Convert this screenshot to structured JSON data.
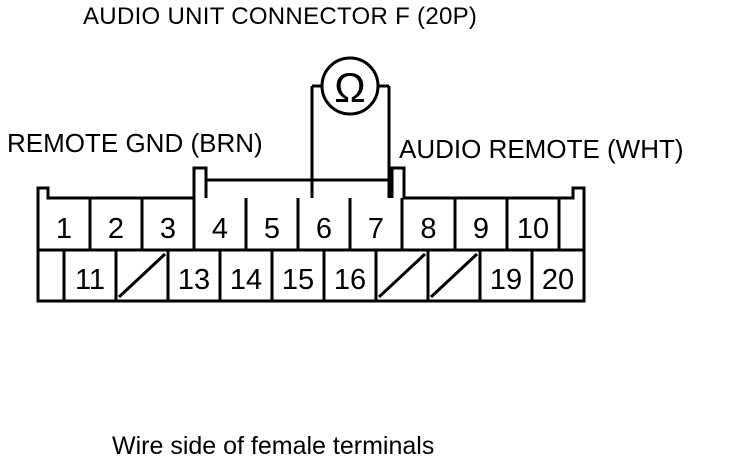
{
  "title": "AUDIO UNIT CONNECTOR F (20P)",
  "meter_symbol": "Ω",
  "left_probe_label": "REMOTE GND (BRN)",
  "right_probe_label": "AUDIO REMOTE (WHT)",
  "footer_caption": "Wire side of female terminals",
  "connector": {
    "top_row": [
      "1",
      "2",
      "3",
      "4",
      "5",
      "6",
      "7",
      "8",
      "9",
      "10",
      ""
    ],
    "bottom_row": [
      "",
      "11",
      "",
      "13",
      "14",
      "15",
      "16",
      "",
      "",
      "19",
      "20"
    ],
    "empty_cells_top": [
      10
    ],
    "blank_cells_bottom": [
      0
    ],
    "unused_cells_bottom": [
      2,
      7,
      8
    ],
    "probe_terminals": [
      "6",
      "7"
    ]
  },
  "colors": {
    "line": "#000000",
    "background": "#ffffff"
  }
}
